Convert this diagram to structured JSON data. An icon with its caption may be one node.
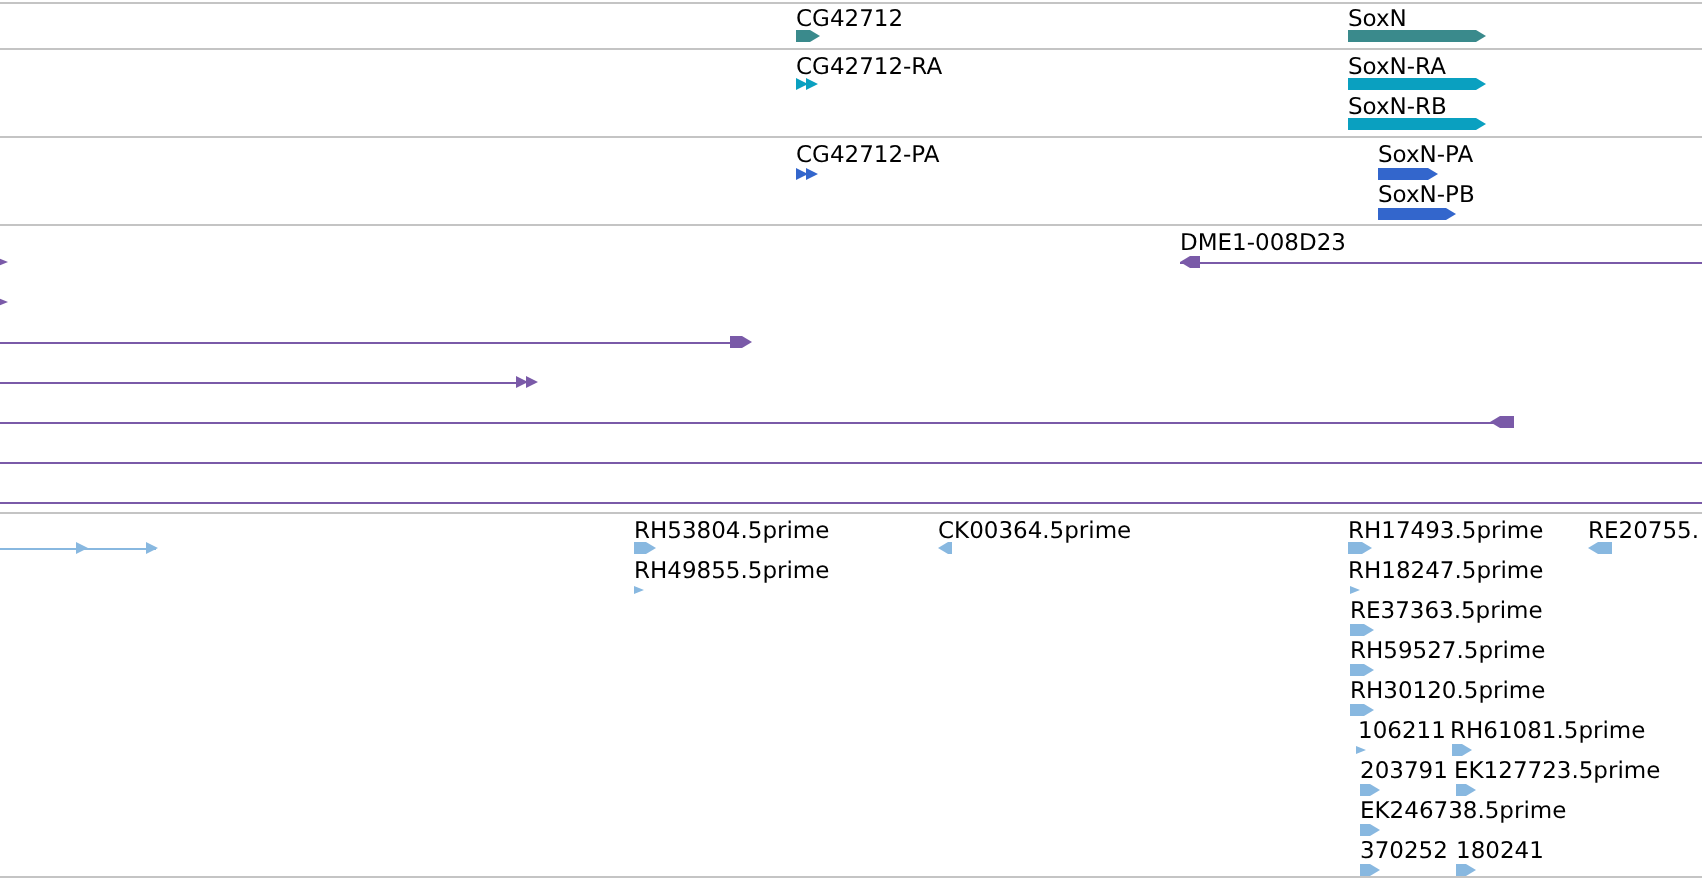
{
  "diagram": {
    "labels": [
      "CG42712",
      "SoxN",
      "CG42712-RA",
      "SoxN-RA",
      "SoxN-RB",
      "CG42712-PA",
      "SoxN-PA",
      "SoxN-PB",
      "DME1-008D23",
      "RH53804.5prime",
      "CK00364.5prime",
      "RH17493.5prime",
      "RE20755.",
      "RH49855.5prime",
      "RH18247.5prime",
      "RE37363.5prime",
      "RH59527.5prime",
      "RH30120.5prime",
      "106211",
      "RH61081.5prime",
      "203791",
      "EK127723.5prime",
      "EK246738.5prime",
      "370252",
      "180241"
    ]
  }
}
